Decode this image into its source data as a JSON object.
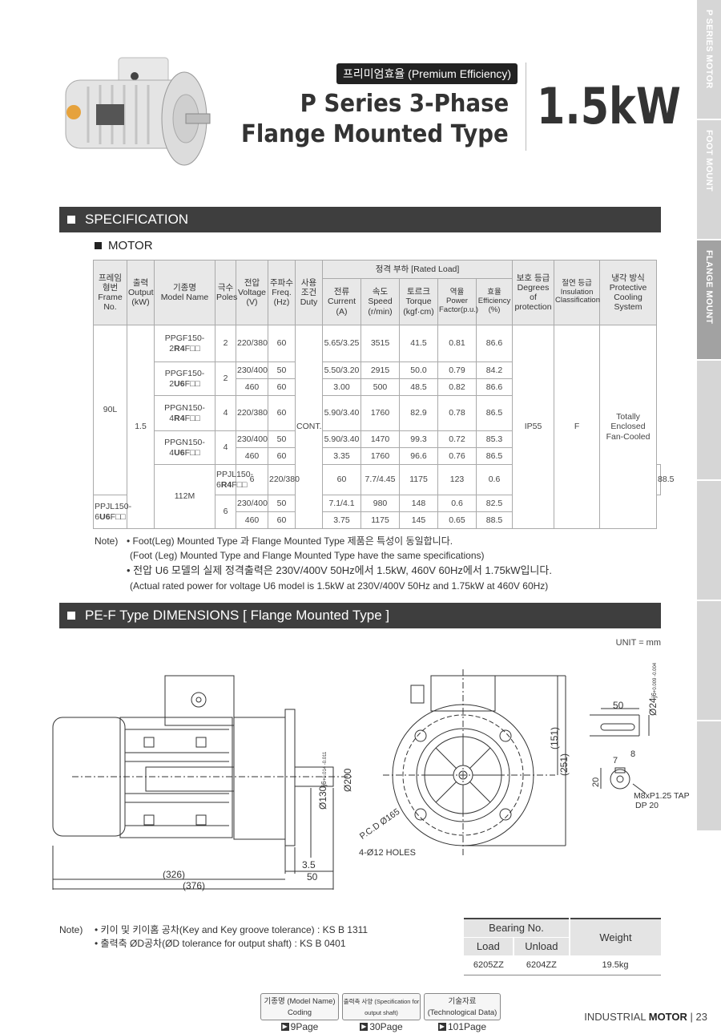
{
  "side_tabs": [
    "P SERIES MOTOR",
    "FOOT MOUNT",
    "FLANGE MOUNT"
  ],
  "header": {
    "badge": "프리미엄효율 (Premium Efficiency)",
    "title_line1": "P Series 3-Phase",
    "title_line2": "Flange Mounted Type",
    "power": "1.5kW"
  },
  "spec_section": {
    "title": "SPECIFICATION",
    "subtitle": "MOTOR",
    "headers": {
      "frame": "프레임\n형번\nFrame\nNo.",
      "output": "출력\nOutput\n(kW)",
      "model": "기종명\nModel Name",
      "poles": "극수\nPoles",
      "voltage": "전압\nVoltage\n(V)",
      "freq": "주파수\nFreq.\n(Hz)",
      "duty": "사용\n조건\nDuty",
      "rated_load": "정격 부하 [Rated Load]",
      "current": "전류\nCurrent\n(A)",
      "speed": "속도\nSpeed\n(r/min)",
      "torque": "토르크\nTorque\n(kgf·cm)",
      "pf": "역율\nPower\nFactor(p.u.)",
      "eff": "효율\nEfficiency\n(%)",
      "protection": "보호 등급\nDegrees\nof\nprotection",
      "insulation": "절연 등급\nInsulation\nClassification",
      "cooling": "냉각 방식\nProtective\nCooling\nSystem"
    },
    "shared": {
      "frame_90": "90L",
      "frame_112": "112M",
      "output": "1.5",
      "duty": "CONT.",
      "protection": "IP55",
      "insulation": "F",
      "cooling": "Totally\nEnclosed\nFan-Cooled"
    },
    "models": [
      {
        "prefix": "PPGF150-",
        "code": "2",
        "bold": "R4",
        "suffix": "F□□",
        "poles": "2",
        "rows": [
          [
            "220/380",
            "60",
            "5.65/3.25",
            "3515",
            "41.5",
            "0.81",
            "86.6"
          ]
        ]
      },
      {
        "prefix": "PPGF150-",
        "code": "2",
        "bold": "U6",
        "suffix": "F□□",
        "poles": "2",
        "rows": [
          [
            "230/400",
            "50",
            "5.50/3.20",
            "2915",
            "50.0",
            "0.79",
            "84.2"
          ],
          [
            "460",
            "60",
            "3.00",
            "500",
            "48.5",
            "0.82",
            "86.6"
          ]
        ]
      },
      {
        "prefix": "PPGN150-",
        "code": "4",
        "bold": "R4",
        "suffix": "F□□",
        "poles": "4",
        "rows": [
          [
            "220/380",
            "60",
            "5.90/3.40",
            "1760",
            "82.9",
            "0.78",
            "86.5"
          ]
        ]
      },
      {
        "prefix": "PPGN150-",
        "code": "4",
        "bold": "U6",
        "suffix": "F□□",
        "poles": "4",
        "rows": [
          [
            "230/400",
            "50",
            "5.90/3.40",
            "1470",
            "99.3",
            "0.72",
            "85.3"
          ],
          [
            "460",
            "60",
            "3.35",
            "1760",
            "96.6",
            "0.76",
            "86.5"
          ]
        ]
      },
      {
        "prefix": "PPJL150-",
        "code": "6",
        "bold": "R4",
        "suffix": "F□□",
        "poles": "6",
        "rows": [
          [
            "220/380",
            "60",
            "7.7/4.45",
            "1175",
            "123",
            "0.6",
            "88.5"
          ]
        ]
      },
      {
        "prefix": "PPJL150-",
        "code": "6",
        "bold": "U6",
        "suffix": "F□□",
        "poles": "6",
        "rows": [
          [
            "230/400",
            "50",
            "7.1/4.1",
            "980",
            "148",
            "0.6",
            "82.5"
          ],
          [
            "460",
            "60",
            "3.75",
            "1175",
            "145",
            "0.65",
            "88.5"
          ]
        ]
      }
    ],
    "notes": {
      "label": "Note)",
      "n1": "• Foot(Leg) Mounted Type 과 Flange Mounted Type 제품은 특성이 동일합니다.",
      "n1_en": "(Foot (Leg) Mounted Type and Flange Mounted Type have the same specifications)",
      "n2": "• 전압 U6 모델의 실제 정격출력은 230V/400V 50Hz에서 1.5kW, 460V 60Hz에서 1.75kW입니다.",
      "n2_en": "(Actual rated power for voltage U6 model is 1.5kW at 230V/400V 50Hz and 1.75kW at 460V 60Hz)"
    }
  },
  "dim_section": {
    "title": "PE-F Type DIMENSIONS [ Flange Mounted Type ]",
    "unit": "UNIT = mm",
    "side": {
      "d1": "Ø130",
      "d1_tol": "+0.014 -0.011",
      "d1_sfx": "j6",
      "d2": "Ø200",
      "l1": "3.5",
      "l2": "50",
      "l3": "(326)",
      "l4": "(376)"
    },
    "front": {
      "h1": "(151)",
      "h2": "(251)",
      "pcd": "P.C.D Ø165",
      "holes": "4-Ø12 HOLES"
    },
    "shaft": {
      "len": "50",
      "dia": "Ø24",
      "dia_tol": "+0.009 -0.004",
      "dia_sfx": "j6",
      "k1": "7",
      "k2": "8",
      "k3": "20",
      "tap": "M8xP1.25 TAP",
      "dp": "DP 20"
    }
  },
  "dim_notes": {
    "label": "Note)",
    "n1": "• 키이 및 키이홈 공차(Key and Key groove tolerance) : KS B 1311",
    "n2": "• 출력축 ØD공차(ØD tolerance for output shaft) : KS B 0401"
  },
  "bearing": {
    "head": "Bearing No.",
    "load": "Load",
    "unload": "Unload",
    "weight_head": "Weight",
    "load_val": "6205ZZ",
    "unload_val": "6204ZZ",
    "weight_val": "19.5kg"
  },
  "refs": [
    {
      "label": "기종명 (Model Name) Coding",
      "page": "9Page"
    },
    {
      "label": "출력축 사양 (Specification for output shaft)",
      "page": "30Page"
    },
    {
      "label": "기술자료 (Technological Data)",
      "page": "101Page"
    }
  ],
  "footer": {
    "text": "INDUSTRIAL",
    "bold": "MOTOR",
    "sep": "|",
    "page": "23"
  }
}
